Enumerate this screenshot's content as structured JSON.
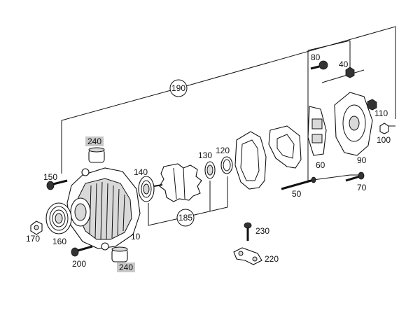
{
  "labels": {
    "p10": "10",
    "p40": "40",
    "p50": "50",
    "p60": "60",
    "p70": "70",
    "p80": "80",
    "p90": "90",
    "p100": "100",
    "p110": "110",
    "p120": "120",
    "p130": "130",
    "p140": "140",
    "p150": "150",
    "p160": "160",
    "p170": "170",
    "p185": "185",
    "p190": "190",
    "p200": "200",
    "p220": "220",
    "p230": "230",
    "p240a": "240",
    "p240b": "240"
  },
  "highlight_color": "#c8c8c8"
}
